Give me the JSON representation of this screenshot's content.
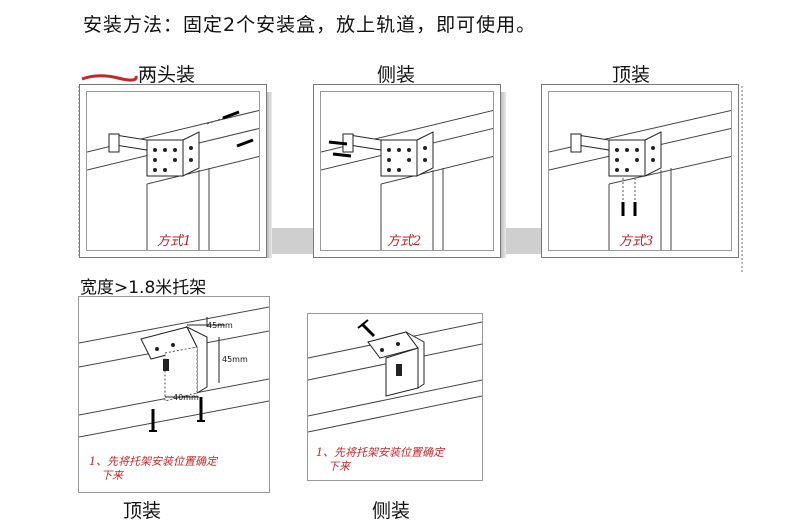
{
  "title": "安装方法：固定2个安装盒，放上轨道，即可使用。",
  "top_panels": [
    {
      "label": "两头装",
      "caption": "方式1"
    },
    {
      "label": "侧装",
      "caption": "方式2"
    },
    {
      "label": "顶装",
      "caption": "方式3"
    }
  ],
  "section_label": "宽度>1.8米托架",
  "bottom_panels": [
    {
      "label": "顶装",
      "note_line1": "1、先将托架安装位置确定",
      "note_line2": "下来"
    },
    {
      "label": "侧装",
      "note_line1": "1、先将托架安装位置确定",
      "note_line2": "下来"
    }
  ],
  "dimensions": {
    "d1": "45mm",
    "d2": "45mm",
    "d3": "40mm"
  },
  "colors": {
    "caption_red": "#b3262a",
    "frame_gray": "#777777"
  }
}
